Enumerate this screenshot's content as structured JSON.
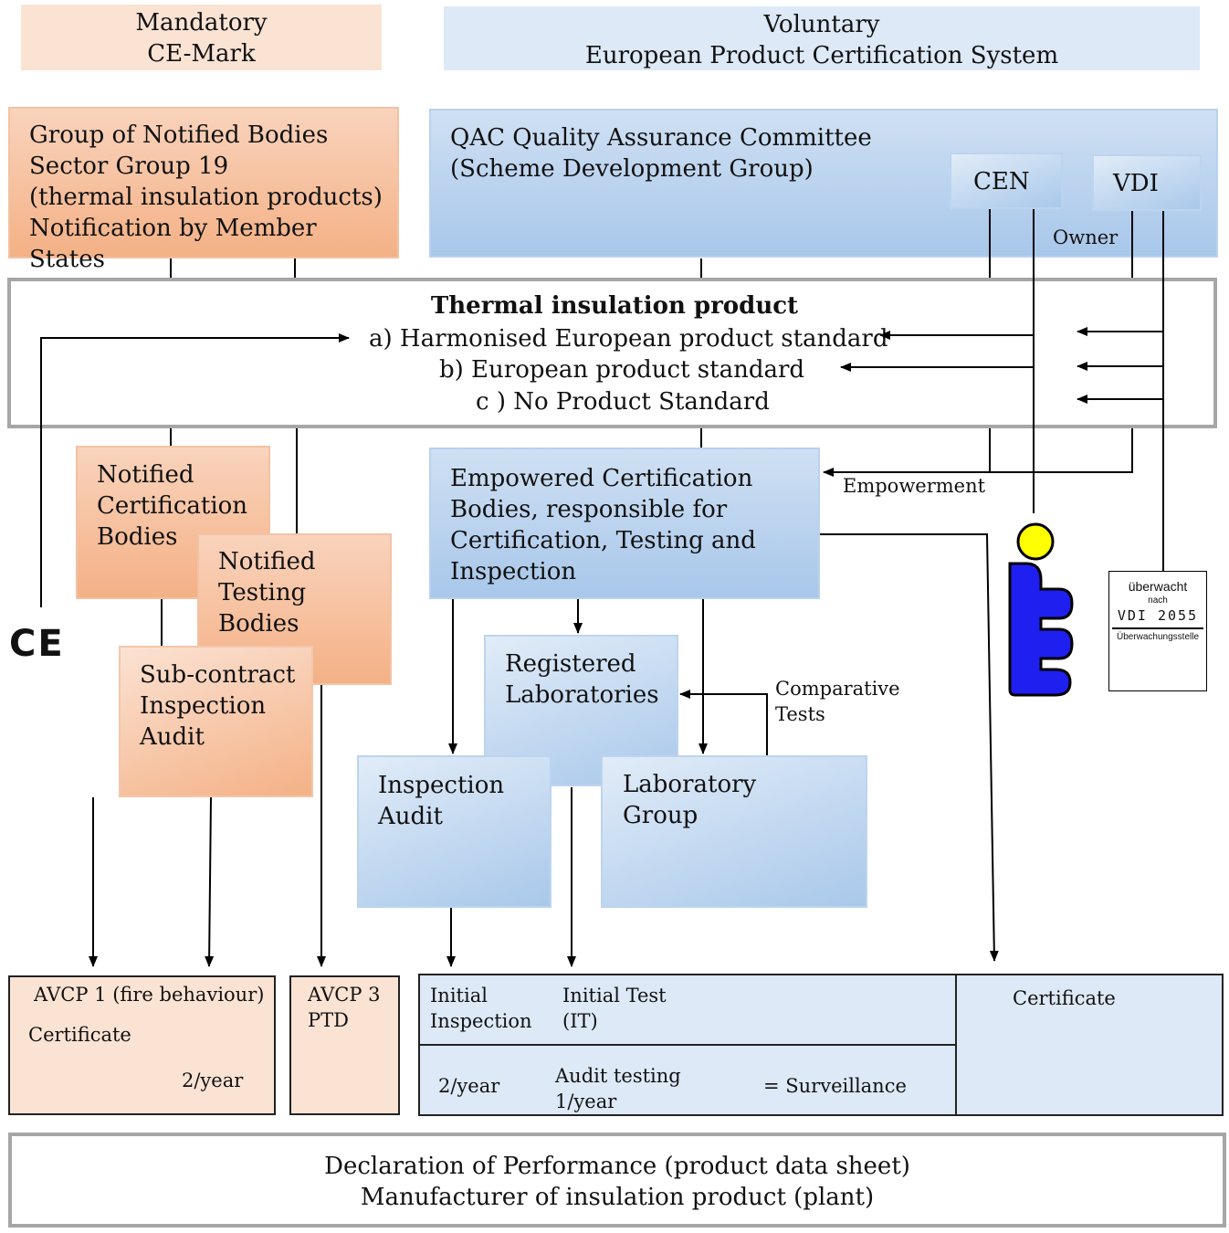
{
  "headers": {
    "mandatory": "Mandatory\nCE-Mark",
    "voluntary": "Voluntary\nEuropean Product Certification System"
  },
  "boxes": {
    "notified_bodies_group": "Group of Notified Bodies\nSector Group 19\n(thermal insulation products)\nNotification by Member States",
    "qac": "QAC Quality Assurance Committee\n(Scheme Development Group)",
    "cen": "CEN",
    "vdi": "VDI",
    "owner_label": "Owner",
    "notified_cert": "Notified\nCertification\nBodies",
    "notified_testing": "Notified\nTesting\nBodies",
    "subcontract": "Sub-contract\nInspection\nAudit",
    "empowered": "Empowered Certification\nBodies, responsible for\nCertification, Testing and\nInspection",
    "empowerment_label": "Empowerment",
    "registered_labs": "Registered\nLaboratories",
    "comparative_tests": "Comparative\nTests",
    "inspection_audit": "Inspection\nAudit",
    "laboratory_group": "Laboratory\nGroup"
  },
  "product": {
    "title": "Thermal insulation product",
    "a": "a) Harmonised European product standard",
    "b": "b) European product standard",
    "c": "c ) No Product Standard"
  },
  "ce_mark": "CE",
  "vdi_seal": {
    "line1": "überwacht",
    "line2": "nach",
    "line3": "VDI 2055",
    "line4": "Überwachungsstelle"
  },
  "bottom": {
    "avcp1_title": "AVCP 1 (fire behaviour)",
    "avcp1_cert": "Certificate",
    "avcp1_freq": "2/year",
    "avcp3": "AVCP 3\nPTD",
    "initial_inspection": "Initial\nInspection",
    "initial_test": "Initial Test\n(IT)",
    "freq_2year": "2/year",
    "audit_testing": "Audit testing\n1/year",
    "surveillance": "= Surveillance",
    "certificate": "Certificate",
    "declaration": "Declaration of Performance (product data sheet)\nManufacturer of insulation product (plant)"
  },
  "colors": {
    "orange_box": "#f4b186",
    "orange_light": "#fbe3d4",
    "blue_box": "#a8c7ea",
    "blue_light": "#dde9f6",
    "frame_gray": "#a6a6a6",
    "logo_blue": "#1f1ff0",
    "logo_yellow": "#ffff00"
  }
}
